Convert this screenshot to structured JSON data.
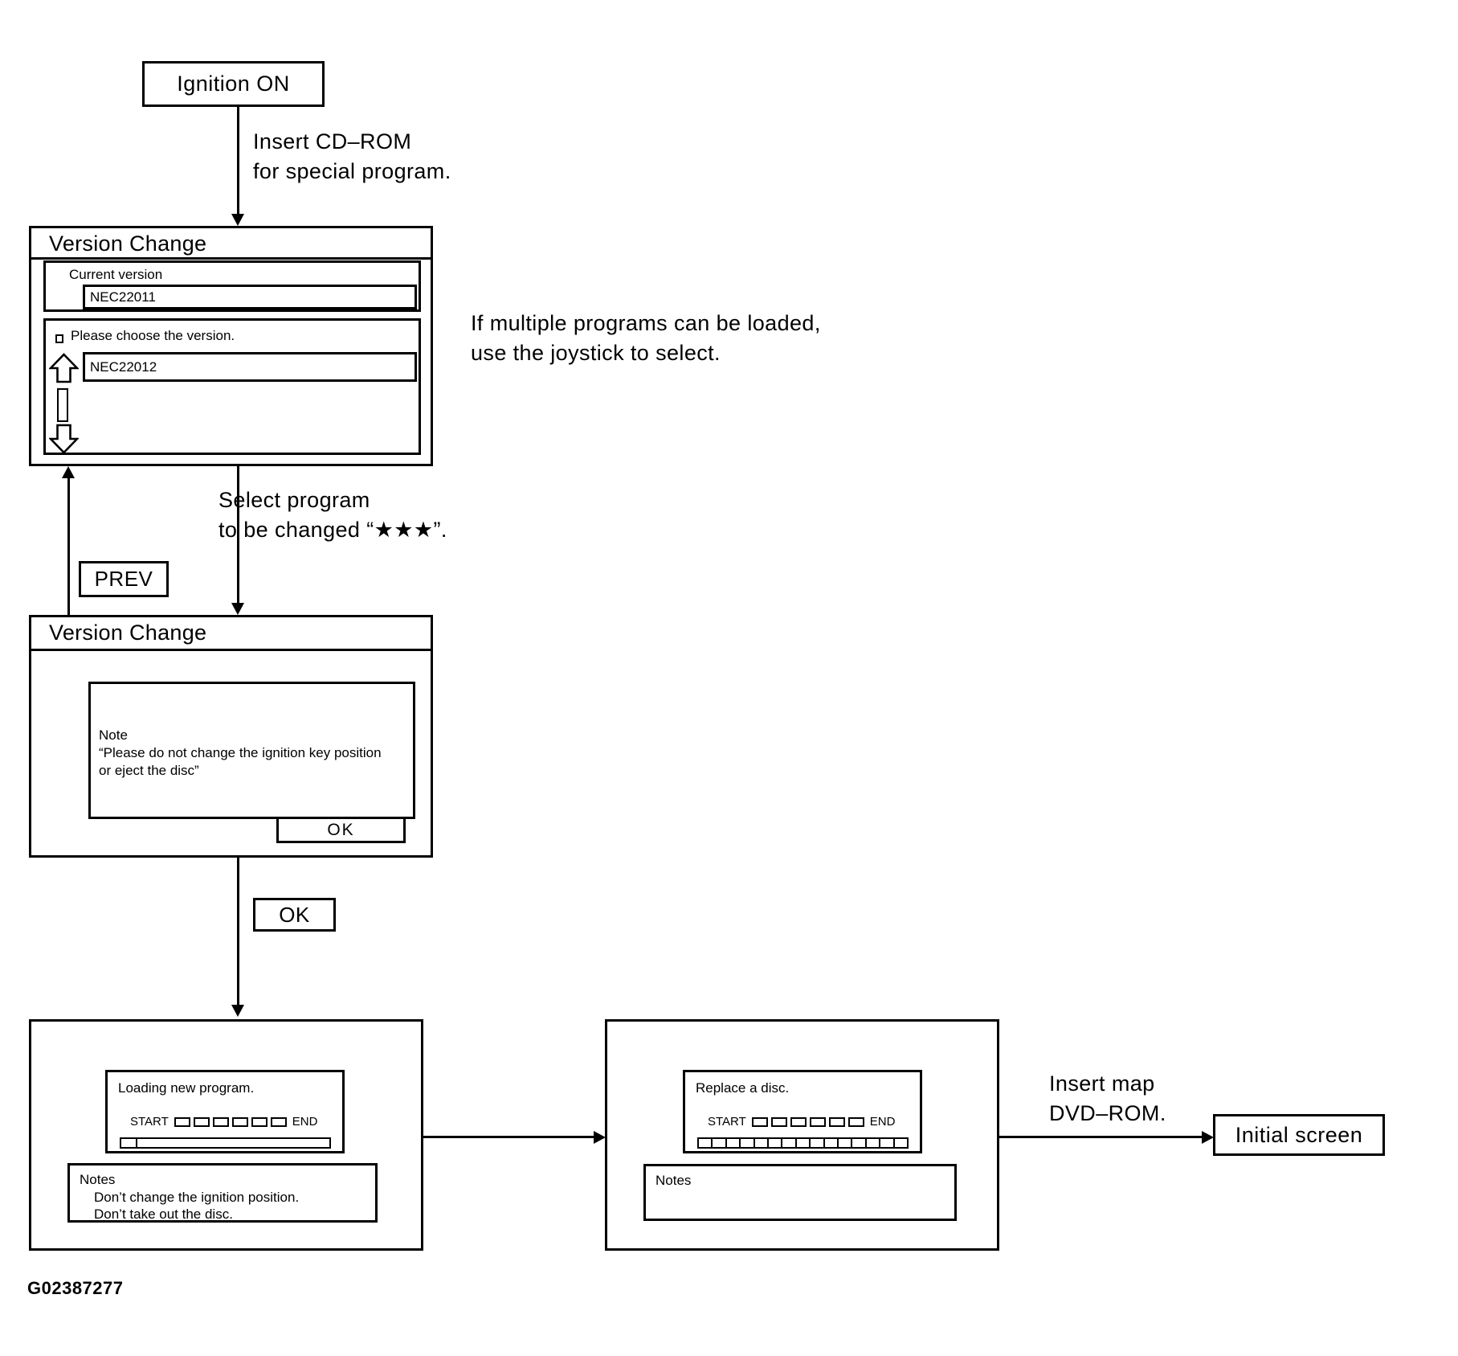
{
  "figure_id": "G02387277",
  "flow": {
    "ignition_label": "Ignition ON",
    "insert_cd_note": [
      "Insert CD–ROM",
      "for special program."
    ],
    "joystick_note": [
      "If multiple programs can be loaded,",
      "use the joystick to select."
    ],
    "select_note": [
      "Select program",
      "to be changed “★★★”."
    ],
    "prev_label": "PREV",
    "ok_label": "OK",
    "insert_dvd_note": [
      "Insert map",
      "DVD–ROM."
    ],
    "initial_screen_label": "Initial screen"
  },
  "screen1": {
    "title": "Version Change",
    "current_version_label": "Current version",
    "current_version_value": "NEC22011",
    "choose_prompt": "Please choose the version.",
    "selected_version": "NEC22012"
  },
  "screen2": {
    "title": "Version Change",
    "note_title": "Note",
    "note_lines": [
      "“Please do not change the ignition key position",
      "or eject the disc”"
    ],
    "ok_button_label": "OK"
  },
  "screen3": {
    "message": "Loading new program.",
    "start_label": "START",
    "end_label": "END",
    "meter_box_count": 6,
    "progress_state": "started",
    "notes_title": "Notes",
    "notes": [
      "Don’t change the ignition position.",
      "Don’t take out the disc."
    ]
  },
  "screen4": {
    "message": "Replace a disc.",
    "start_label": "START",
    "end_label": "END",
    "meter_box_count": 6,
    "bar_cell_count": 15,
    "progress_state": "complete",
    "notes_title": "Notes"
  }
}
